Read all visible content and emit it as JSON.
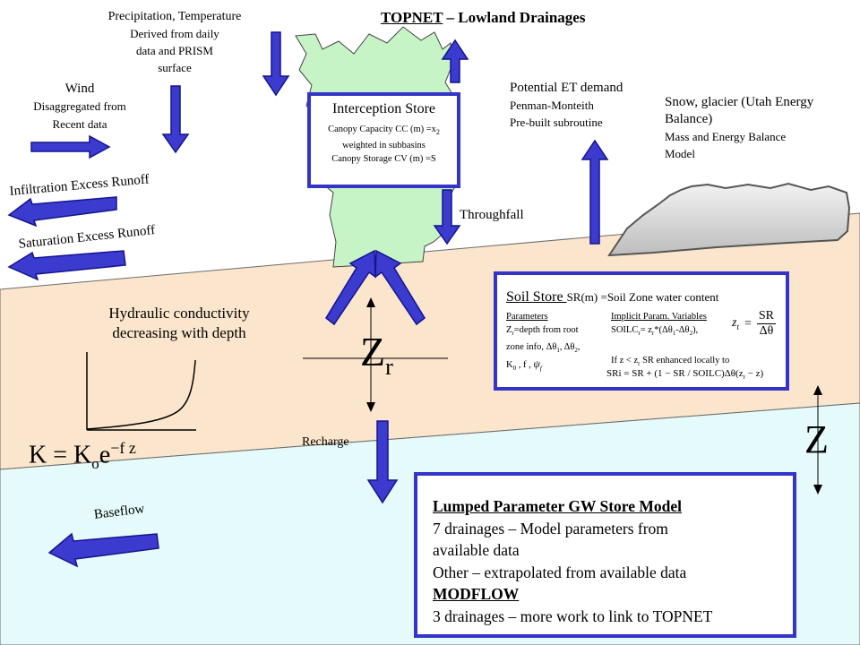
{
  "title": {
    "main": "TOPNET",
    "rest": " – Lowland Drainages"
  },
  "precip": {
    "line1": "Precipitation, Temperature",
    "line2": "Derived from daily",
    "line3": "data and PRISM",
    "line4": "surface"
  },
  "wind": {
    "line1": "Wind",
    "line2": "Disaggregated from",
    "line3": "Recent data"
  },
  "runoff": {
    "infiltration": "Infiltration Excess Runoff",
    "saturation": "Saturation Excess Runoff"
  },
  "interception": {
    "title": "Interception Store",
    "line1": "Canopy Capacity CC (m) =x",
    "line1_sub": "2",
    "line2": "weighted in subbasins",
    "line3": "Canopy Storage CV (m) =S"
  },
  "throughfall": "Throughfall",
  "pet": {
    "line1": "Potential ET demand",
    "line2": "Penman-Monteith",
    "line3": "Pre-built subroutine"
  },
  "snow": {
    "line1": "Snow, glacier (Utah Energy",
    "line2": "Balance)",
    "line3": "Mass and Energy Balance",
    "line4": "Model"
  },
  "hydraulic": {
    "line1": "Hydraulic conductivity",
    "line2": "decreasing with depth"
  },
  "zr": {
    "main": "Z",
    "sub": "r"
  },
  "recharge": "Recharge",
  "baseflow": "Baseflow",
  "z_label": "Z",
  "formula_k": {
    "lhs": "K",
    "eq": " = K",
    "sub": "o",
    "e": "e",
    "exp": "−f z"
  },
  "soil": {
    "title": "Soil Store ",
    "desc": "SR(m) =Soil Zone water content",
    "params_head": "Parameters",
    "params_1": "Z",
    "params_1_sub": "r",
    "params_1_rest": "=depth from root",
    "params_2": "zone info, Δθ",
    "params_2_sub1": "1",
    "params_2_mid": ", Δθ",
    "params_2_sub2": "2",
    "params_2_end": ",",
    "params_3": "K",
    "params_3_sub": "0",
    "params_3_rest": " , f ,",
    "implicit_head": "Implicit Param. Variables",
    "implicit_1": "SOILC",
    "implicit_1_sub": "r",
    "implicit_1_rest": "= z",
    "implicit_1_sub2": "r",
    "implicit_1_end": "*(Δθ",
    "implicit_1_sub3": "1",
    "implicit_1_end2": "-Δθ",
    "implicit_1_sub4": "2",
    "implicit_1_end3": "),",
    "implicit_2": "If z < z",
    "implicit_2_sub": "r",
    "implicit_2_rest": "  SR enhanced locally to",
    "eq_zt_lhs": "z",
    "eq_zt_sub": "t",
    "eq_zt_num": "SR",
    "eq_zt_den": "Δθ",
    "eq_sri": "SRi = SR + (1 − SR / SOILC)Δθ(z",
    "eq_sri_sub": "r",
    "eq_sri_end": " − z)"
  },
  "gw": {
    "title": "Lumped Parameter  GW Store Model",
    "line1": "7 drainages – Model parameters  from",
    "line2": "available data",
    "line3": "Other – extrapolated from available data",
    "modflow": "MODFLOW",
    "line4": "3 drainages – more work to link to TOPNET"
  },
  "colors": {
    "arrow": "#3b3bd0",
    "arrow_outline": "#14148c",
    "box_border": "#3434c8",
    "soil_fill": "#fbe6cd",
    "groundwater_fill": "#e5fafa",
    "tree_fill": "#c6f4c6",
    "snow_fill": "#dadada"
  }
}
